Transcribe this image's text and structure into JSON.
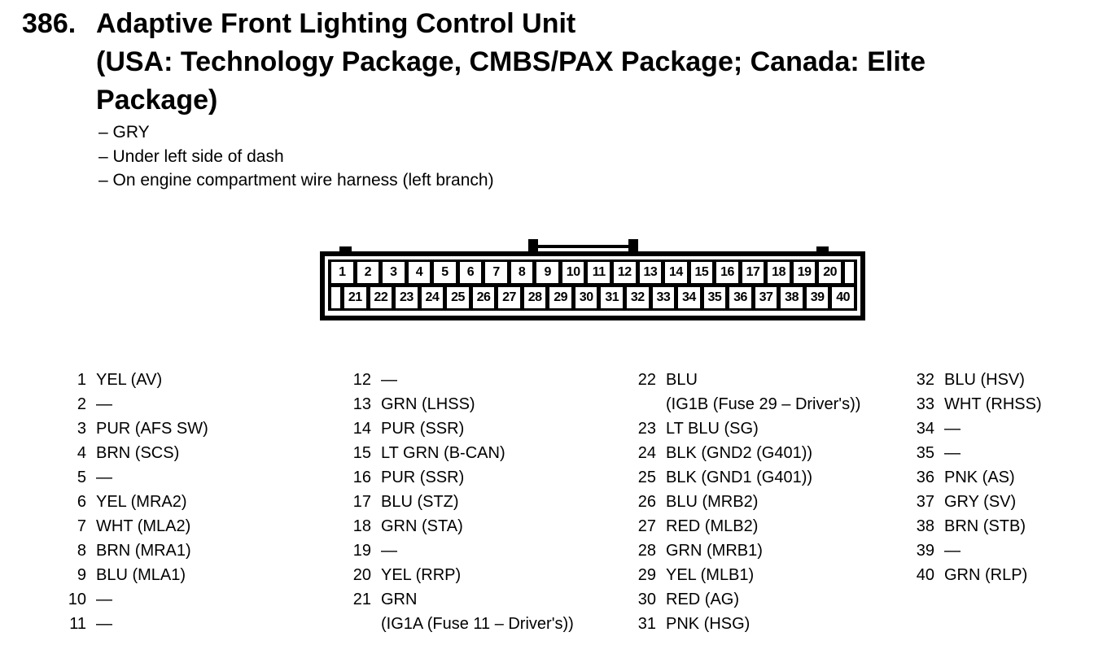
{
  "header": {
    "section_number": "386.",
    "title_lines": [
      "Adaptive Front Lighting Control Unit",
      "(USA: Technology Package, CMBS/PAX Package; Canada: Elite",
      "Package)"
    ],
    "bullets": [
      "– GRY",
      "– Under left side of dash",
      "– On engine compartment wire harness (left branch)"
    ]
  },
  "connector": {
    "top_row_pins": [
      "1",
      "2",
      "3",
      "4",
      "5",
      "6",
      "7",
      "8",
      "9",
      "10",
      "11",
      "12",
      "13",
      "14",
      "15",
      "16",
      "17",
      "18",
      "19",
      "20"
    ],
    "bottom_row_pins": [
      "21",
      "22",
      "23",
      "24",
      "25",
      "26",
      "27",
      "28",
      "29",
      "30",
      "31",
      "32",
      "33",
      "34",
      "35",
      "36",
      "37",
      "38",
      "39",
      "40"
    ]
  },
  "pin_list": {
    "columns": [
      {
        "rows": [
          {
            "num": "1",
            "label": "YEL (AV)"
          },
          {
            "num": "2",
            "label": "—"
          },
          {
            "num": "3",
            "label": "PUR (AFS SW)"
          },
          {
            "num": "4",
            "label": "BRN (SCS)"
          },
          {
            "num": "5",
            "label": "—"
          },
          {
            "num": "6",
            "label": "YEL (MRA2)"
          },
          {
            "num": "7",
            "label": "WHT (MLA2)"
          },
          {
            "num": "8",
            "label": "BRN (MRA1)"
          },
          {
            "num": "9",
            "label": "BLU (MLA1)"
          },
          {
            "num": "10",
            "label": "—"
          },
          {
            "num": "11",
            "label": "—"
          }
        ]
      },
      {
        "rows": [
          {
            "num": "12",
            "label": "—"
          },
          {
            "num": "13",
            "label": "GRN (LHSS)"
          },
          {
            "num": "14",
            "label": "PUR (SSR)"
          },
          {
            "num": "15",
            "label": "LT GRN (B-CAN)"
          },
          {
            "num": "16",
            "label": "PUR (SSR)"
          },
          {
            "num": "17",
            "label": "BLU (STZ)"
          },
          {
            "num": "18",
            "label": "GRN (STA)"
          },
          {
            "num": "19",
            "label": "—"
          },
          {
            "num": "20",
            "label": "YEL (RRP)"
          },
          {
            "num": "21",
            "label": "GRN",
            "label2": "(IG1A (Fuse 11 – Driver's))"
          }
        ]
      },
      {
        "rows": [
          {
            "num": "22",
            "label": "BLU",
            "label2": "(IG1B (Fuse 29 – Driver's))"
          },
          {
            "num": "23",
            "label": "LT BLU (SG)"
          },
          {
            "num": "24",
            "label": "BLK (GND2 (G401))"
          },
          {
            "num": "25",
            "label": "BLK (GND1 (G401))"
          },
          {
            "num": "26",
            "label": "BLU (MRB2)"
          },
          {
            "num": "27",
            "label": "RED (MLB2)"
          },
          {
            "num": "28",
            "label": "GRN (MRB1)"
          },
          {
            "num": "29",
            "label": "YEL (MLB1)"
          },
          {
            "num": "30",
            "label": "RED (AG)"
          },
          {
            "num": "31",
            "label": "PNK (HSG)"
          }
        ]
      },
      {
        "rows": [
          {
            "num": "32",
            "label": "BLU (HSV)"
          },
          {
            "num": "33",
            "label": "WHT (RHSS)"
          },
          {
            "num": "34",
            "label": "—"
          },
          {
            "num": "35",
            "label": "—"
          },
          {
            "num": "36",
            "label": "PNK (AS)"
          },
          {
            "num": "37",
            "label": "GRY (SV)"
          },
          {
            "num": "38",
            "label": "BRN (STB)"
          },
          {
            "num": "39",
            "label": "—"
          },
          {
            "num": "40",
            "label": "GRN (RLP)"
          }
        ]
      }
    ]
  },
  "colors": {
    "ink": "#000000",
    "paper": "#ffffff"
  }
}
